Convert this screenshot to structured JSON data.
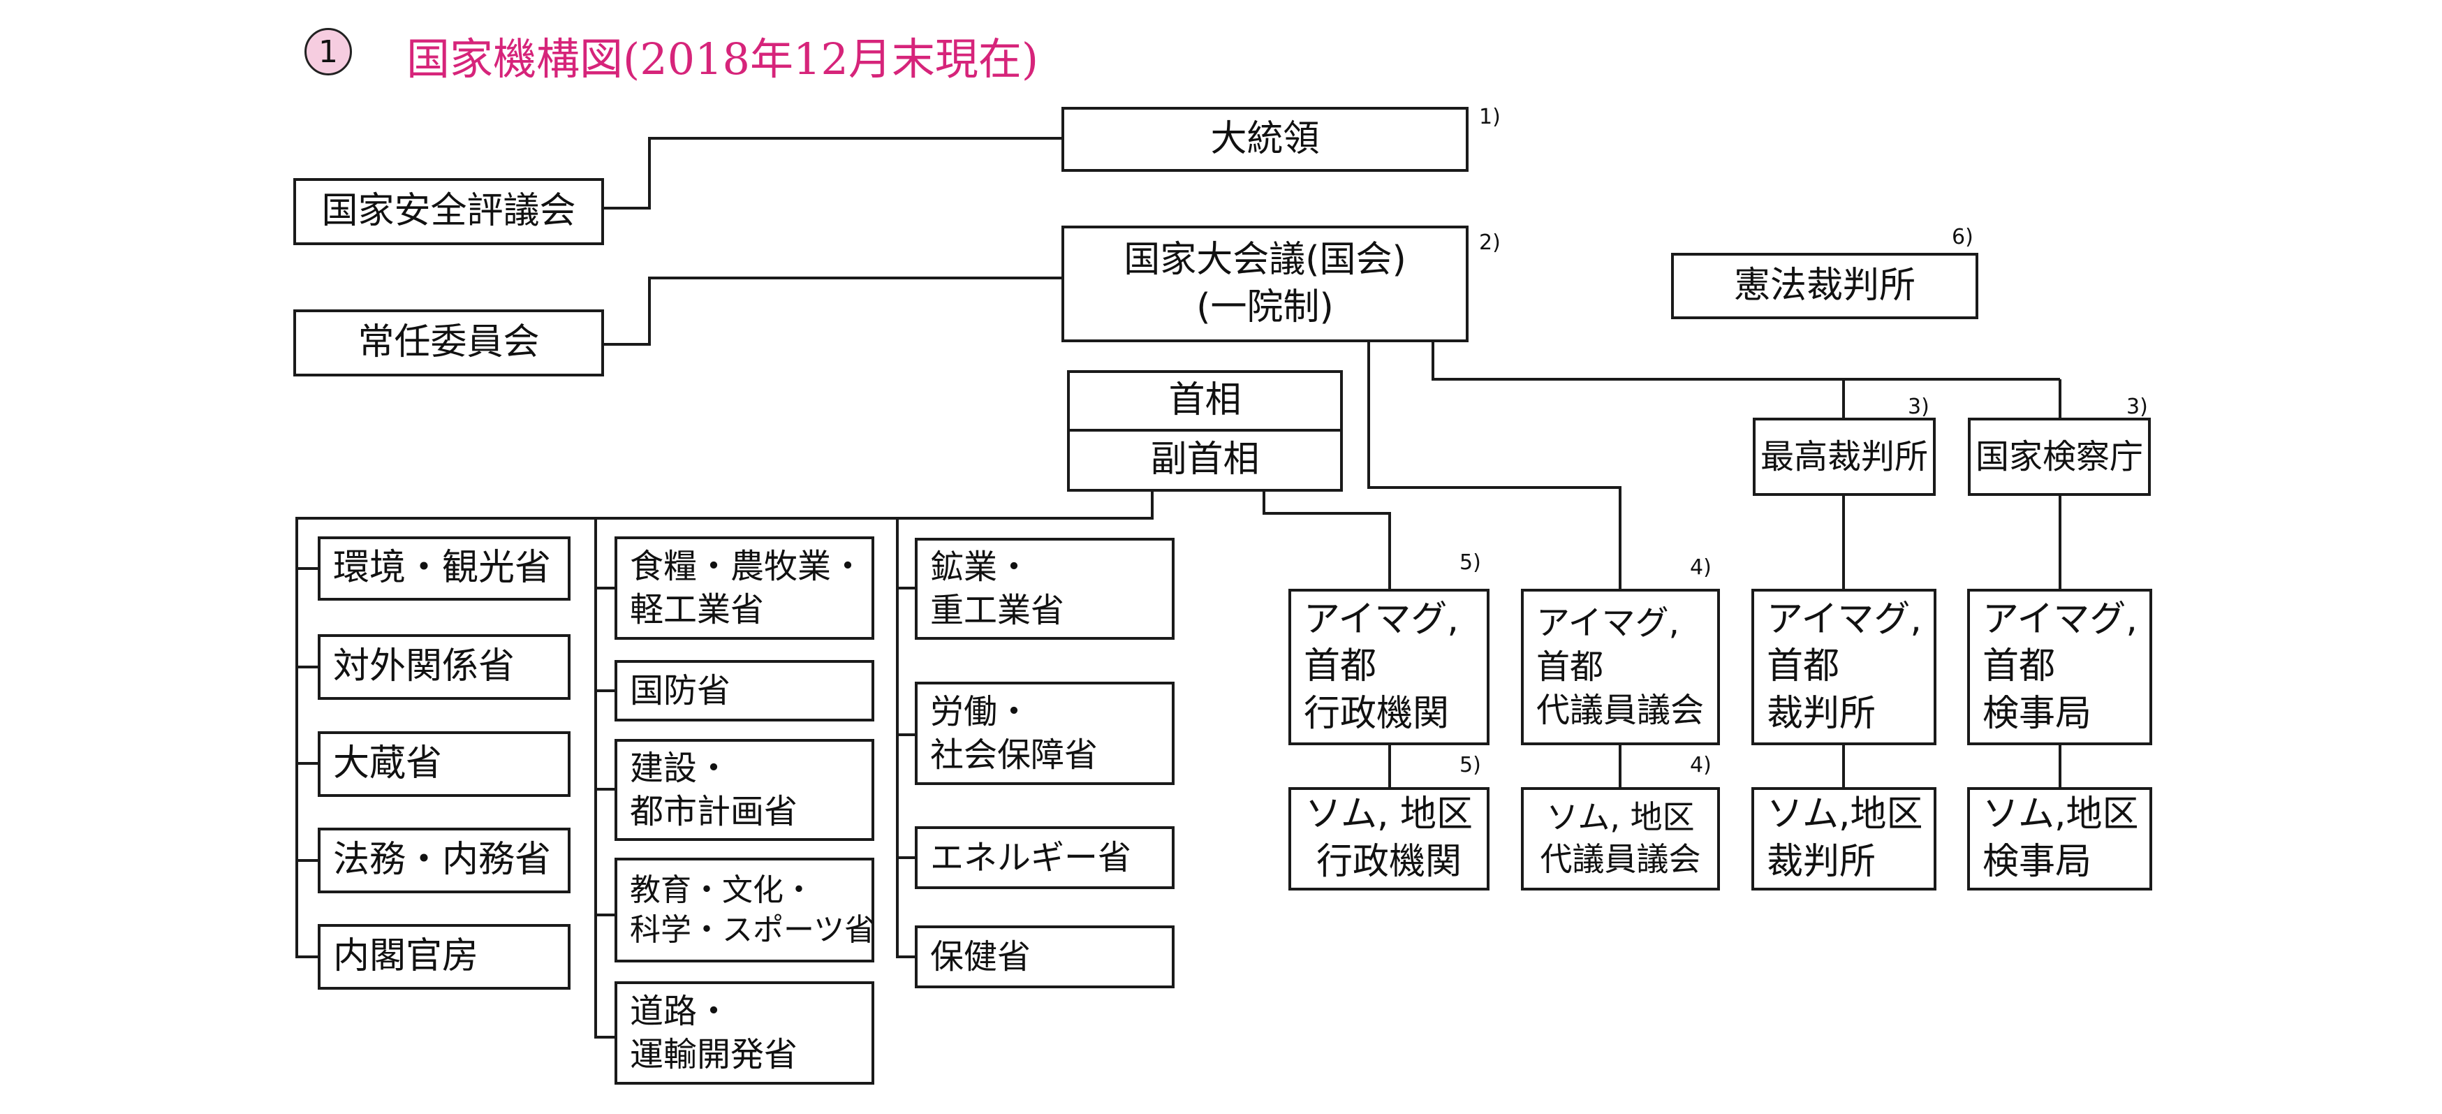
{
  "title": {
    "number": "1",
    "text": "国家機構図(2018年12月末現在)"
  },
  "colors": {
    "title": "#d6247a",
    "number_circle": "#f6cde0",
    "line": "#1a1a1a"
  },
  "nodes": {
    "president": "大統領",
    "security_council": "国家安全評議会",
    "great_hural": "国家大会議(国会)\n(一院制)",
    "standing_committee": "常任委員会",
    "constitutional_court": "憲法裁判所",
    "prime_minister": "首相",
    "deputy_pm": "副首相",
    "supreme_court": "最高裁判所",
    "prosecutor": "国家検察庁",
    "aimag_admin": "アイマグ,\n首都\n行政機関",
    "aimag_assembly": "アイマグ,\n首都\n代議員議会",
    "aimag_court": "アイマグ,\n首都\n裁判所",
    "aimag_prosecutor": "アイマグ,\n首都\n検事局",
    "soum_admin": "ソム, 地区\n行政機関",
    "soum_assembly": "ソム, 地区\n代議員議会",
    "soum_court": "ソム,地区\n裁判所",
    "soum_prosecutor": "ソム,地区\n検事局"
  },
  "ministries": {
    "col1": [
      "環境・観光省",
      "対外関係省",
      "大蔵省",
      "法務・内務省",
      "内閣官房"
    ],
    "col2": [
      "食糧・農牧業・\n軽工業省",
      "国防省",
      "建設・\n都市計画省",
      "教育・文化・\n科学・スポーツ省",
      "道路・\n運輸開発省"
    ],
    "col3": [
      "鉱業・\n重工業省",
      "労働・\n社会保障省",
      "エネルギー省",
      "保健省"
    ]
  },
  "notes": {
    "president": "1)",
    "great_hural": "2)",
    "supreme_court": "3)",
    "prosecutor": "3)",
    "aimag_assembly": "4)",
    "soum_assembly": "4)",
    "aimag_admin": "5)",
    "soum_admin": "5)",
    "constitutional_court": "6)"
  }
}
